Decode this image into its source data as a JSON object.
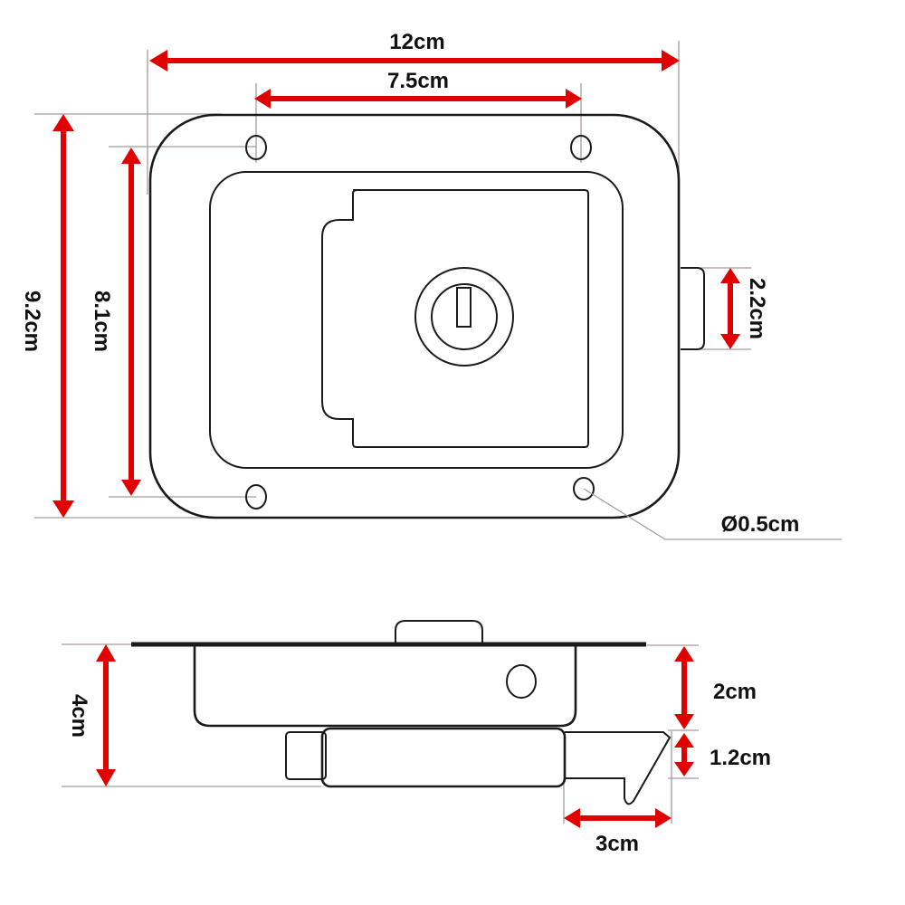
{
  "diagram": {
    "type": "technical-dimension-drawing",
    "subject": "paddle latch lock (front view and side view)",
    "colors": {
      "dimension_arrow": "#e00000",
      "outline": "#1a1a1a",
      "extension_line": "#a89a9a",
      "background": "#ffffff"
    },
    "front_view": {
      "dimensions": {
        "overall_width": "12cm",
        "hole_spacing_horizontal": "7.5cm",
        "overall_height": "9.2cm",
        "hole_spacing_vertical": "8.1cm",
        "bolt_height": "2.2cm",
        "hole_diameter": "Ø0.5cm"
      },
      "parts": [
        "flange-plate",
        "recessed-pan",
        "paddle",
        "key-cylinder",
        "key-slot",
        "mounting-holes",
        "latch-bolt"
      ]
    },
    "side_view": {
      "dimensions": {
        "total_depth": "4cm",
        "body_depth": "2cm",
        "bolt_thickness": "1.2cm",
        "bolt_length": "3cm"
      },
      "parts": [
        "flange",
        "paddle-lip",
        "body-housing",
        "pivot-hole",
        "bolt-housing",
        "latch-bolt"
      ]
    }
  }
}
